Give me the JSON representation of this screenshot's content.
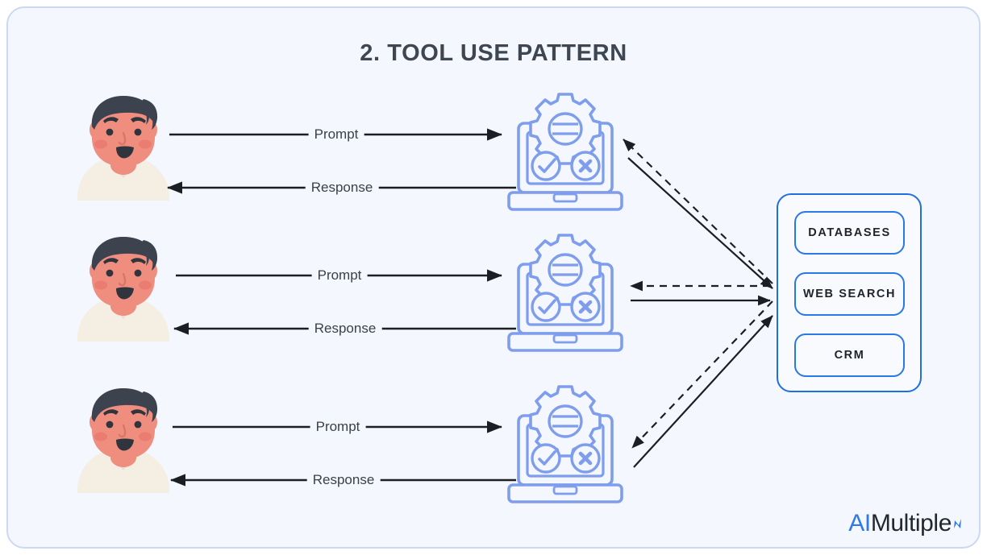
{
  "title": "2. TOOL USE PATTERN",
  "colors": {
    "card_bg": "#f4f7fd",
    "card_border": "#ccd9f2",
    "title_text": "#3e4651",
    "arrow": "#1b1f24",
    "laptop_blue": "#7e9ded",
    "tool_border": "#2a78e4",
    "panel_border": "#1f6fe0",
    "skin": "#ef8d7f",
    "hair": "#3d434e",
    "shirt": "#f4eee3",
    "logo_blue": "#2f7ae5"
  },
  "rows": [
    {
      "prompt_label": "Prompt",
      "response_label": "Response"
    },
    {
      "prompt_label": "Prompt",
      "response_label": "Response"
    },
    {
      "prompt_label": "Prompt",
      "response_label": "Response"
    }
  ],
  "tools": {
    "items": [
      {
        "label": "DATABASES"
      },
      {
        "label": "WEB SEARCH"
      },
      {
        "label": "CRM"
      }
    ]
  },
  "logo": {
    "ai": "AI",
    "multiple": "Multiple"
  },
  "icons": {
    "laptop": "laptop-icon",
    "gear": "gear-icon",
    "check_circle": "check-circle-icon",
    "x_circle": "x-circle-icon",
    "avatar": "user-avatar-icon"
  }
}
